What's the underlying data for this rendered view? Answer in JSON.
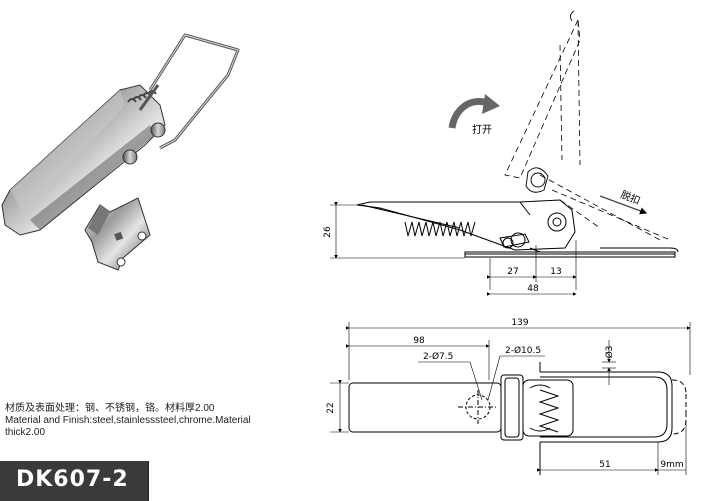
{
  "side_view": {
    "open_label": "打开",
    "release_label": "脱扣",
    "dim_height": "26",
    "dim_27": "27",
    "dim_13": "13",
    "dim_48": "48"
  },
  "top_view": {
    "dim_overall": "139",
    "dim_98": "98",
    "hole_small": "2-Ø7.5",
    "hole_large": "2-Ø10.5",
    "wire_dia": "Ø3",
    "dim_width": "22",
    "dim_51": "51",
    "dim_9": "9mm"
  },
  "spec": {
    "line_cn": "材质及表面处理：钢、不锈钢，铬。材料厚2.00",
    "line_en1": "Material and Finish:steel,stainlesssteel,chrome.Material",
    "line_en2": "thick2.00"
  },
  "model_number": "DK607-2"
}
